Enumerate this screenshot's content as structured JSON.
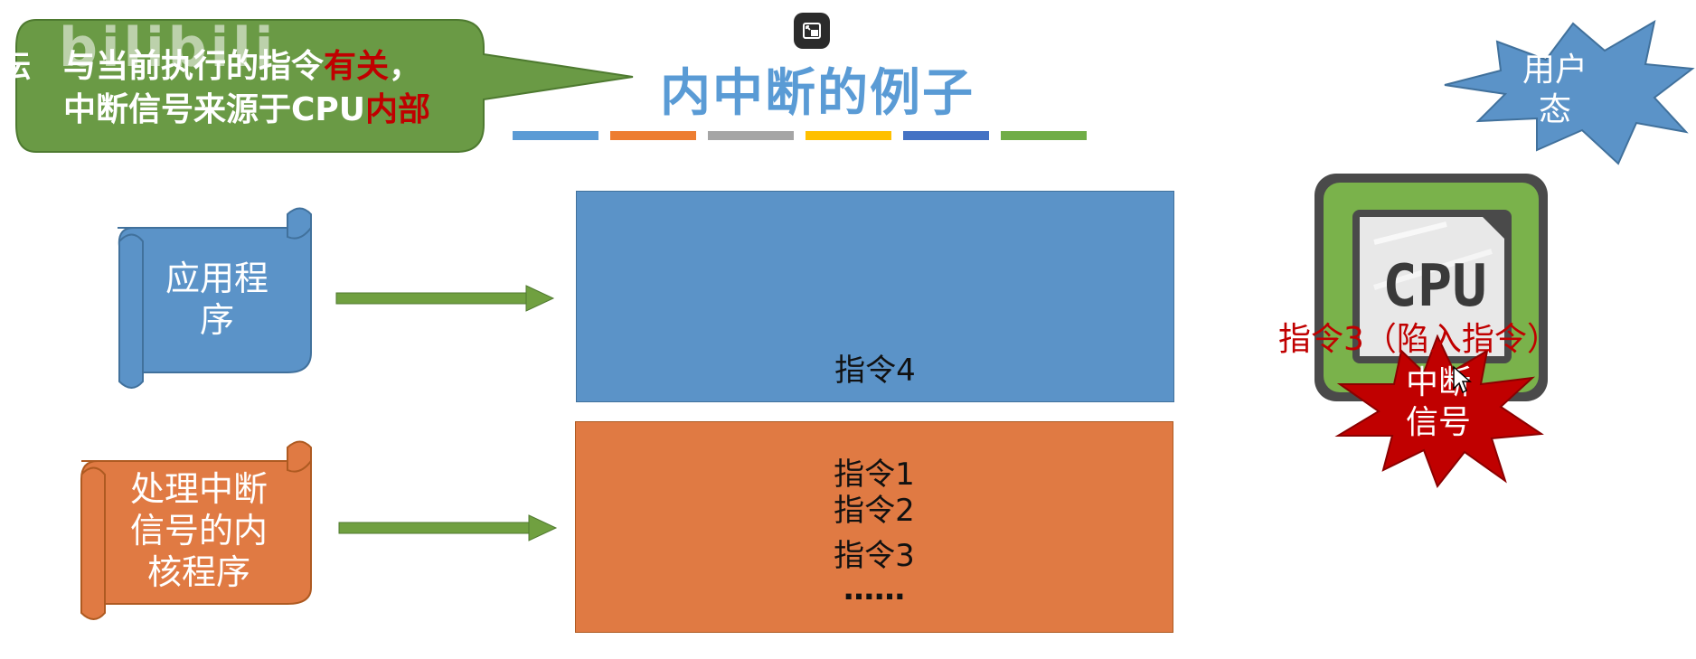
{
  "bubble": {
    "line1_a": "与当前执行的指令",
    "line1_b": "有关",
    "line1_c": "，",
    "line2_a": "中断信号来源于CPU",
    "line2_b": "内部",
    "edge_char": "坛"
  },
  "watermark": "bilibili",
  "title": "内中断的例子",
  "stripe_colors": [
    "#5b9bd5",
    "#ed7d31",
    "#a5a5a5",
    "#ffc000",
    "#4472c4",
    "#70ad47"
  ],
  "scroll_app": {
    "label_line1": "应用程",
    "label_line2": "序"
  },
  "scroll_kernel": {
    "label_line1": "处理中断",
    "label_line2": "信号的内",
    "label_line3": "核程序"
  },
  "block_user": {
    "instr": "指令4"
  },
  "block_kernel": {
    "instr1": "指令1",
    "instr2": "指令2",
    "instr3": "指令3",
    "ellipsis": "……"
  },
  "user_mode": {
    "line1": "用户",
    "line2": "态"
  },
  "cpu": {
    "label": "CPU"
  },
  "trap": {
    "label": "指令3（陷入指令）"
  },
  "interrupt_signal": {
    "line1": "中断",
    "line2": "信号"
  },
  "colors": {
    "blue": "#5b93c8",
    "orange": "#e07a43",
    "green": "#6a9a45",
    "red": "#c00000",
    "arrow": "#70a040"
  }
}
